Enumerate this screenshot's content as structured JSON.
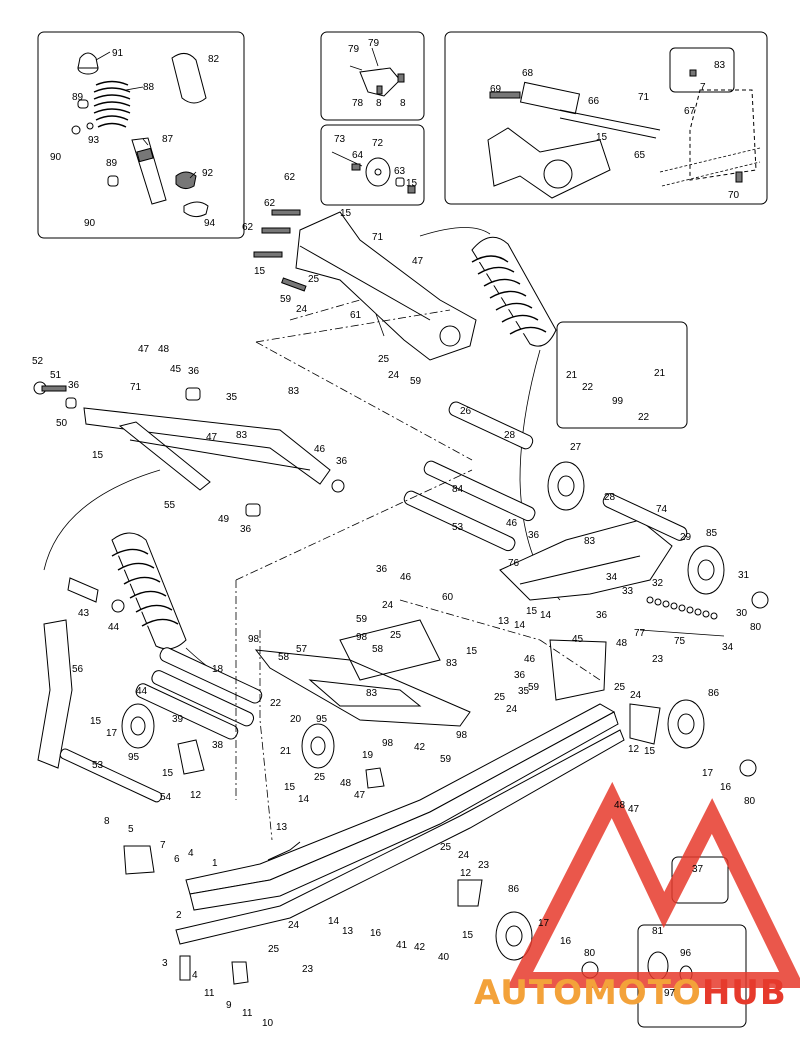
{
  "watermark": {
    "part1": "AUTOMOTO",
    "part2": "HUB",
    "color1": "#f3a23a",
    "color2": "#e63a2c"
  },
  "labels": {
    "l91": "91",
    "l82": "82",
    "l88": "88",
    "l89a": "89",
    "l90a": "90",
    "l93": "93",
    "l87": "87",
    "l89b": "89",
    "l92": "92",
    "l90b": "90",
    "l94": "94",
    "l79a": "79",
    "l79b": "79",
    "l78": "78",
    "l8a": "8",
    "l8b": "8",
    "l73": "73",
    "l72": "72",
    "l64": "64",
    "l63": "63",
    "l15a": "15",
    "l68": "68",
    "l69": "69",
    "l66": "66",
    "l71a": "71",
    "l83a": "83",
    "l7a": "7",
    "l15b": "15",
    "l67": "67",
    "l65": "65",
    "l70": "70",
    "l62a": "62",
    "l62b": "62",
    "l62c": "62",
    "l15c": "15",
    "l71b": "71",
    "l47a": "47",
    "l15d": "15",
    "l25a": "25",
    "l59a": "59",
    "l24a": "24",
    "l61": "61",
    "l25b": "25",
    "l24b": "24",
    "l59b": "59",
    "l52": "52",
    "l51": "51",
    "l50": "50",
    "l36a": "36",
    "l47b": "47",
    "l48a": "48",
    "l45": "45",
    "l36b": "36",
    "l71c": "71",
    "l35": "35",
    "l83b": "83",
    "l47c": "47",
    "l83c": "83",
    "l15e": "15",
    "l46a": "46",
    "l36c": "36",
    "l55": "55",
    "l49": "49",
    "l36d": "36",
    "l21a": "21",
    "l22a": "22",
    "l21b": "21",
    "l99": "99",
    "l22b": "22",
    "l26": "26",
    "l28a": "28",
    "l27": "27",
    "l28b": "28",
    "l84": "84",
    "l53a": "53",
    "l46b": "46",
    "l36e": "36",
    "l83d": "83",
    "l74": "74",
    "l85": "85",
    "l29": "29",
    "l76": "76",
    "l34a": "34",
    "l32": "32",
    "l31": "31",
    "l30": "30",
    "l80a": "80",
    "l33": "33",
    "l36f": "36",
    "l77": "77",
    "l75": "75",
    "l34b": "34",
    "l43": "43",
    "l44a": "44",
    "l56": "56",
    "l36g": "36",
    "l46c": "46",
    "l59c": "59",
    "l24c": "24",
    "l25c": "25",
    "l60": "60",
    "l98a": "98",
    "l57": "57",
    "l58a": "58",
    "l98b": "98",
    "l58b": "58",
    "l83e": "83",
    "l83f": "83",
    "l13a": "13",
    "l14a": "14",
    "l15f": "15",
    "l14b": "14",
    "l46d": "46",
    "l36h": "36",
    "l35b": "35",
    "l25d": "25",
    "l24d": "24",
    "l59d": "59",
    "l15g": "15",
    "l45b": "45",
    "l48b": "48",
    "l23a": "23",
    "l25e": "25",
    "l24e": "24",
    "l15h": "15",
    "l12a": "12",
    "l86a": "86",
    "l17a": "17",
    "l16a": "16",
    "l80b": "80",
    "l44b": "44",
    "l18": "18",
    "l22c": "22",
    "l15i": "15",
    "l17b": "17",
    "l39": "39",
    "l38": "38",
    "l95a": "95",
    "l15j": "15",
    "l12b": "12",
    "l95b": "95",
    "l20": "20",
    "l21c": "21",
    "l25f": "25",
    "l19": "19",
    "l98c": "98",
    "l42a": "42",
    "l59e": "59",
    "l98d": "98",
    "l53b": "53",
    "l54": "54",
    "l15k": "15",
    "l14c": "14",
    "l13b": "13",
    "l48c": "48",
    "l47d": "47",
    "l48d": "48",
    "l47e": "47",
    "l8c": "8",
    "l5": "5",
    "l7b": "7",
    "l6": "6",
    "l4a": "4",
    "l1": "1",
    "l2": "2",
    "l3": "3",
    "l4b": "4",
    "l11a": "11",
    "l9": "9",
    "l11b": "11",
    "l10": "10",
    "l24f": "24",
    "l25g": "25",
    "l23b": "23",
    "l25h": "25",
    "l24g": "24",
    "l23c": "23",
    "l14d": "14",
    "l13c": "13",
    "l16b": "16",
    "l41": "41",
    "l42b": "42",
    "l40": "40",
    "l12c": "12",
    "l15l": "15",
    "l86b": "86",
    "l17c": "17",
    "l16c": "16",
    "l80c": "80",
    "l37": "37",
    "l81": "81",
    "l96": "96",
    "l97": "97"
  }
}
